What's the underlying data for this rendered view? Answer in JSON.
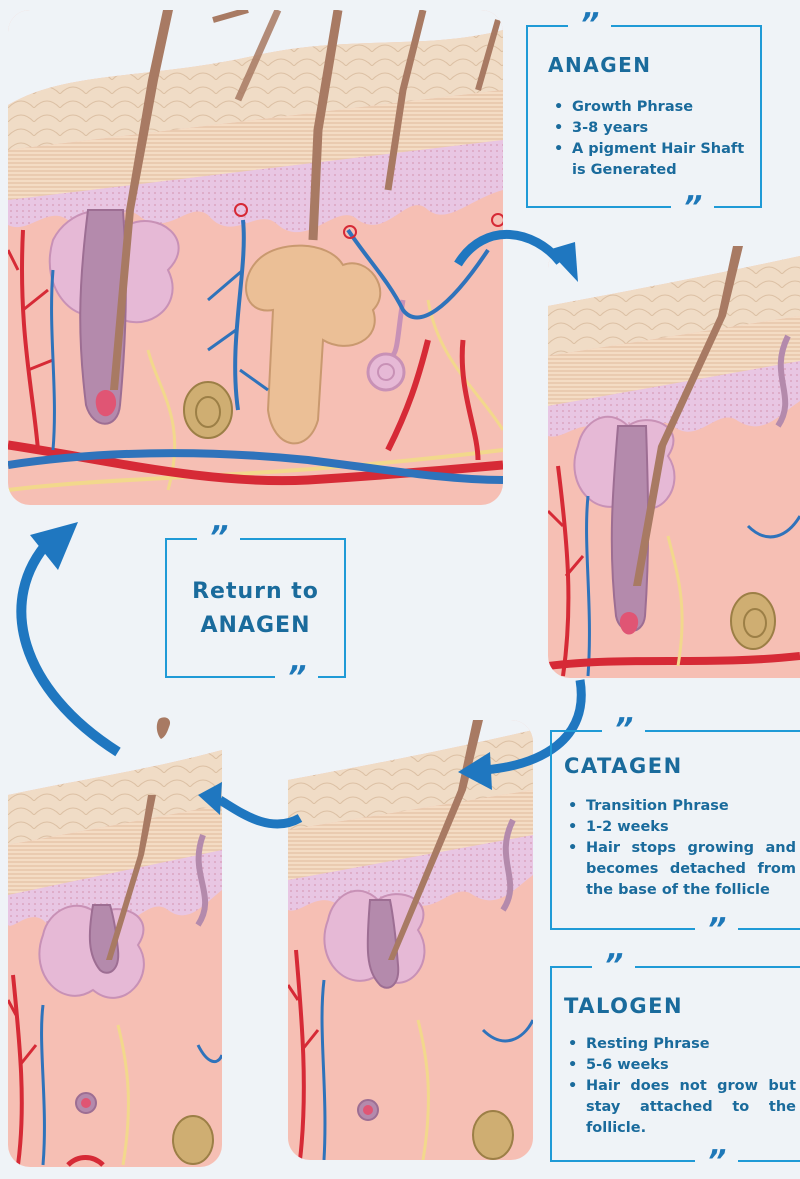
{
  "anagen": {
    "title": "ANAGEN",
    "items": [
      "Growth Phrase",
      "3-8 years",
      "A pigment Hair Shaft is Generated"
    ]
  },
  "catagen": {
    "title": "CATAGEN",
    "items": [
      "Transition Phrase",
      "1-2 weeks",
      "Hair stops growing and becomes detached from the base of the follicle"
    ]
  },
  "talogen": {
    "title": "TALOGEN",
    "items": [
      "Resting Phrase",
      "5-6 weeks",
      "Hair does not grow but stay attached to the follicle."
    ]
  },
  "return_box": {
    "line1": "Return to",
    "line2": "ANAGEN"
  },
  "quote_open": "”",
  "quote_close": "”",
  "colors": {
    "accent_blue": "#1f9ad6",
    "text_blue": "#1a6b9c",
    "skin_pink": "#f7c3b8",
    "hair_brown": "#a87a63",
    "vessel_red": "#d62a36",
    "vessel_blue": "#2f73bb"
  }
}
